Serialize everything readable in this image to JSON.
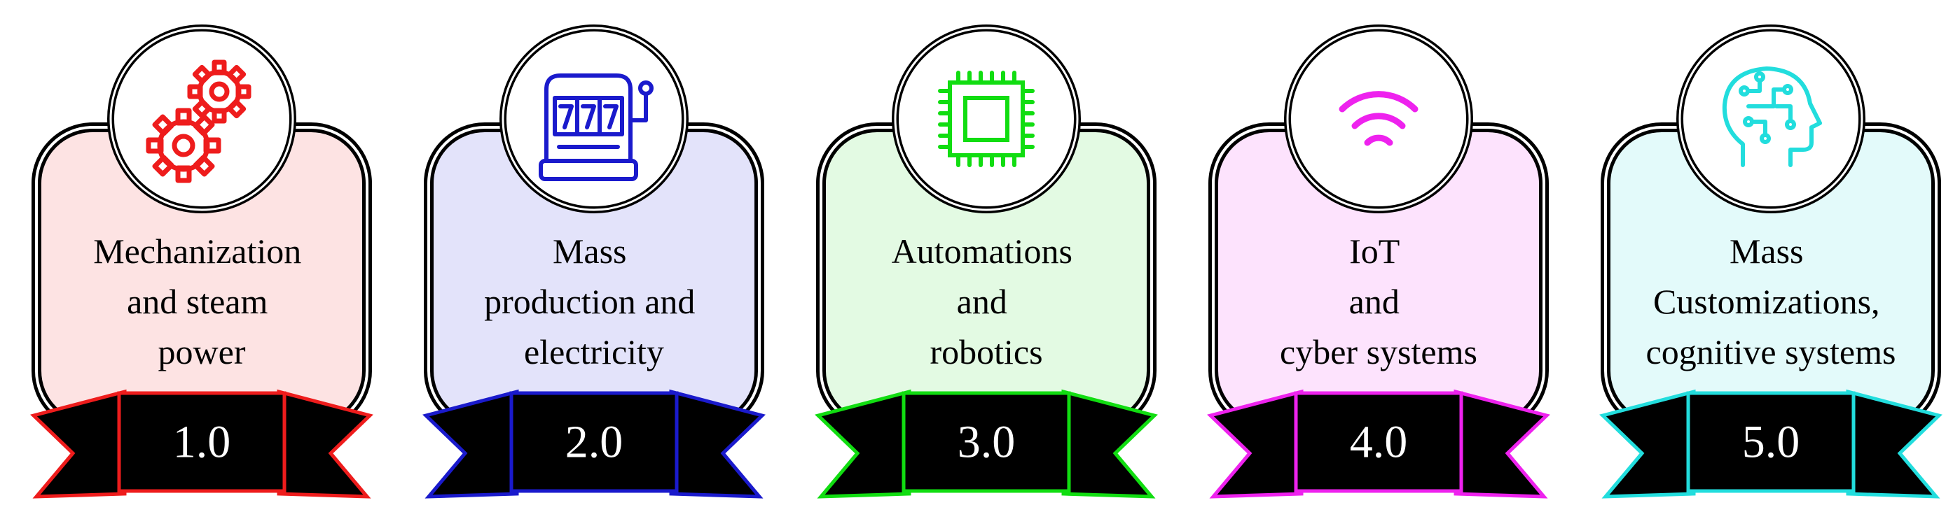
{
  "stages": [
    {
      "label_lines": [
        "Mechanization",
        "and steam",
        "power"
      ],
      "version": "1.0",
      "accent": "#ee1c1c",
      "fill": "#fde3e3",
      "icon": "gears-icon"
    },
    {
      "label_lines": [
        "Mass",
        "production and",
        "electricity"
      ],
      "version": "2.0",
      "accent": "#1a1acc",
      "fill": "#e3e3fa",
      "icon": "slot-machine-icon"
    },
    {
      "label_lines": [
        "Automations",
        "and",
        "robotics"
      ],
      "version": "3.0",
      "accent": "#11dd11",
      "fill": "#e3fae3",
      "icon": "microchip-icon"
    },
    {
      "label_lines": [
        "IoT",
        "and",
        "cyber systems"
      ],
      "version": "4.0",
      "accent": "#ee22ee",
      "fill": "#fde3fd",
      "icon": "wifi-icon"
    },
    {
      "label_lines": [
        "Mass",
        "Customizations,",
        "cognitive systems"
      ],
      "version": "5.0",
      "accent": "#22dddd",
      "fill": "#e3fafa",
      "icon": "ai-head-icon"
    }
  ]
}
